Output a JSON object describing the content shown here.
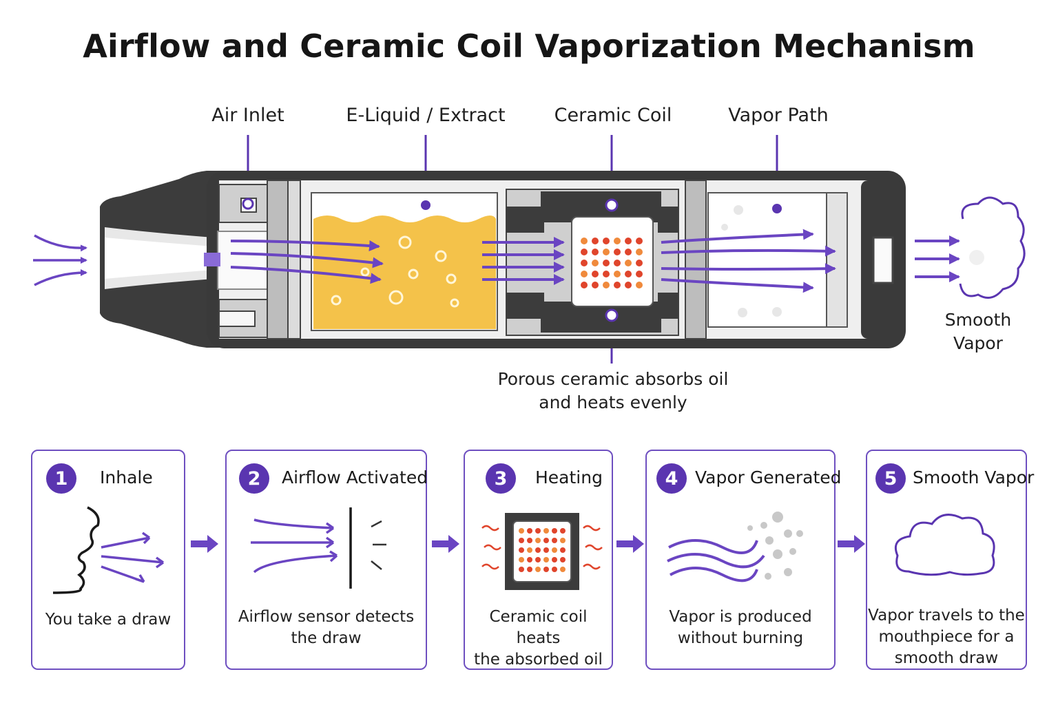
{
  "title": "Airflow and Ceramic Coil Vaporization Mechanism",
  "callouts": {
    "air_inlet": "Air Inlet",
    "e_liquid": "E-Liquid / Extract",
    "ceramic_coil": "Ceramic Coil",
    "vapor_path": "Vapor Path",
    "porous_line1": "Porous ceramic absorbs oil",
    "porous_line2": "and heats evenly",
    "smooth_vapor_line1": "Smooth",
    "smooth_vapor_line2": "Vapor"
  },
  "steps": [
    {
      "number": "1",
      "title": "Inhale",
      "desc_lines": [
        "You take a draw"
      ],
      "icon": "face-inhale-icon"
    },
    {
      "number": "2",
      "title": "Airflow Activated",
      "desc_lines": [
        "Airflow sensor detects",
        "the draw"
      ],
      "icon": "airflow-sensor-icon"
    },
    {
      "number": "3",
      "title": "Heating",
      "desc_lines": [
        "Ceramic coil heats",
        "the absorbed oil"
      ],
      "icon": "heating-coil-icon"
    },
    {
      "number": "4",
      "title": "Vapor Generated",
      "desc_lines": [
        "Vapor is produced",
        "without burning"
      ],
      "icon": "vapor-particles-icon"
    },
    {
      "number": "5",
      "title": "Smooth Vapor",
      "desc_lines": [
        "Vapor travels to the",
        "mouthpiece for a",
        "smooth draw"
      ],
      "icon": "cloud-icon"
    }
  ],
  "colors": {
    "accent_purple": "#5a35b0",
    "arrow_purple": "#6a45c2",
    "liquid_gold": "#f4c24a",
    "coil_red": "#e0452c",
    "device_dark": "#3c3c3c"
  }
}
